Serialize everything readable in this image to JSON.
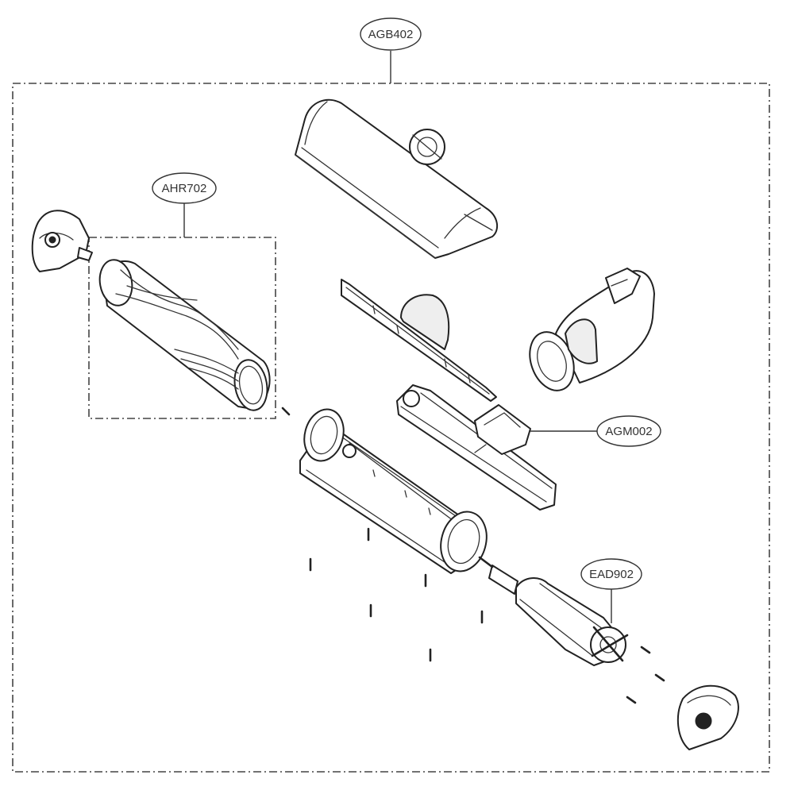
{
  "labels": {
    "assembly": "AGB402",
    "brush_roll": "AHR702",
    "gear_module": "AGM002",
    "motor": "EAD902"
  },
  "colors": {
    "line": "#222222",
    "background": "#ffffff"
  }
}
